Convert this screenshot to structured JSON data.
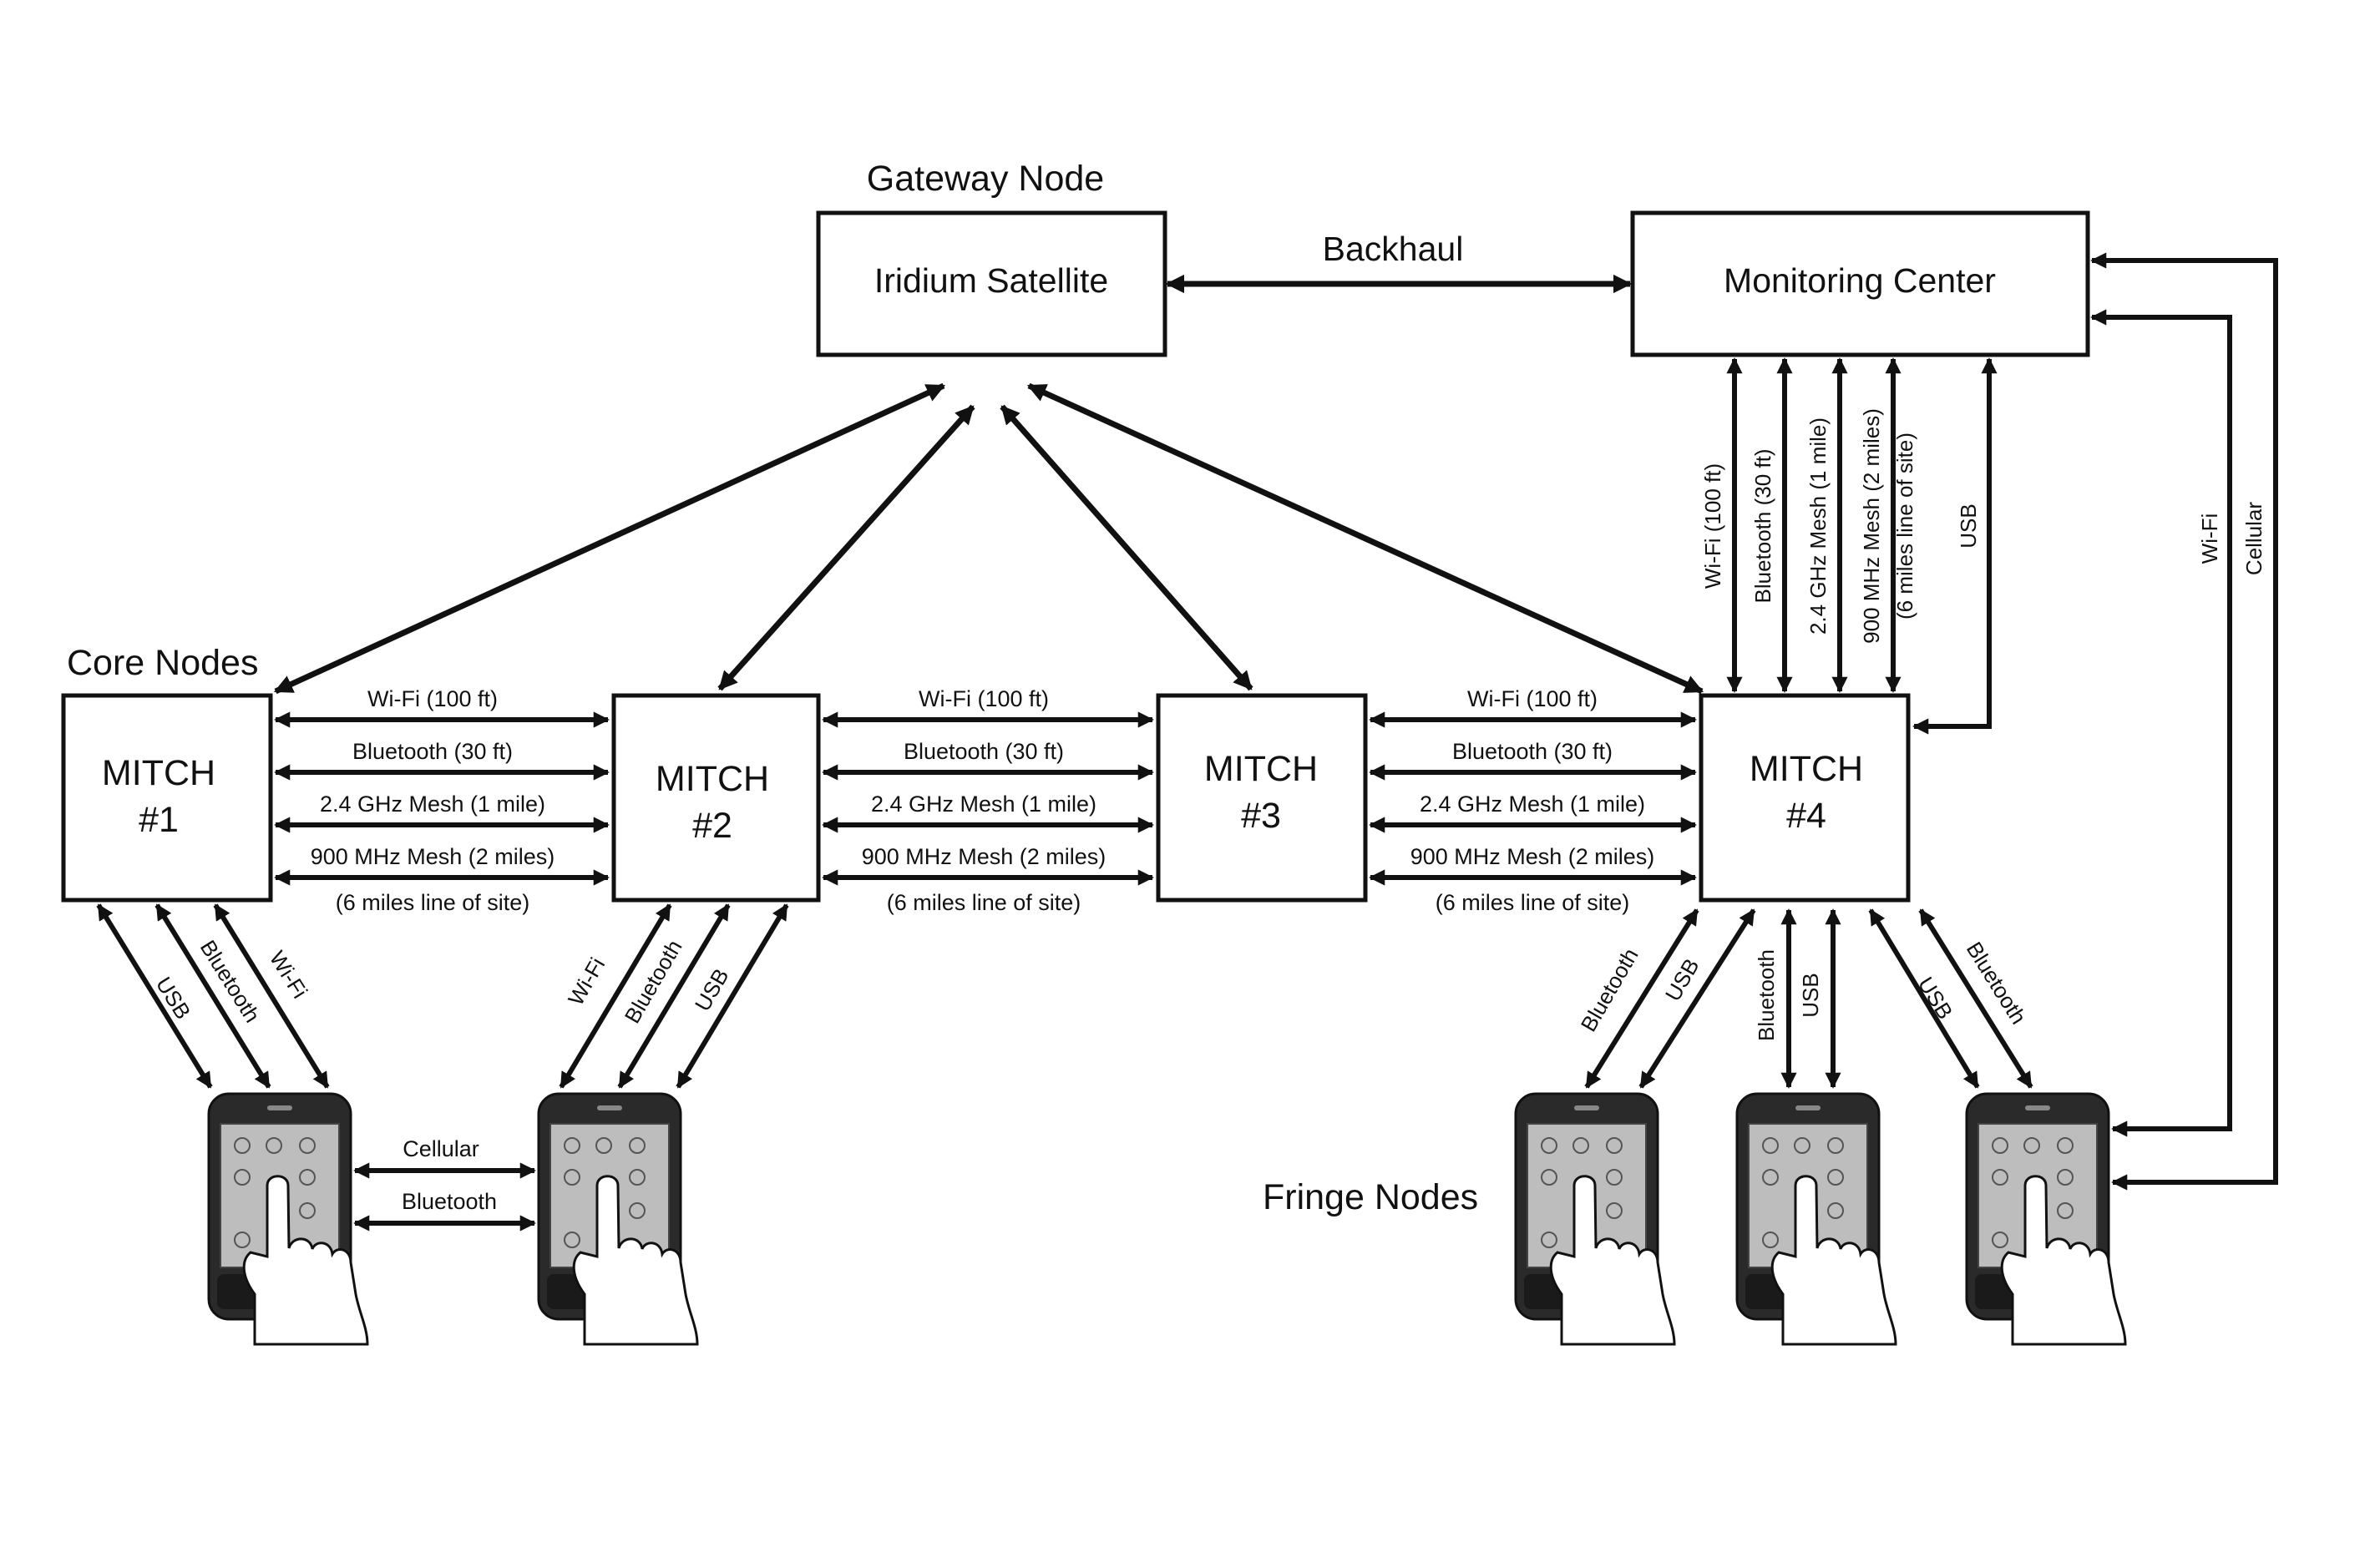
{
  "labels": {
    "gateway_node": "Gateway Node",
    "core_nodes": "Core Nodes",
    "fringe_nodes": "Fringe Nodes",
    "backhaul": "Backhaul"
  },
  "boxes": {
    "iridium": "Iridium Satellite",
    "monitoring": "Monitoring Center",
    "mitch1": [
      "MITCH",
      "#1"
    ],
    "mitch2": [
      "MITCH",
      "#2"
    ],
    "mitch3": [
      "MITCH",
      "#3"
    ],
    "mitch4": [
      "MITCH",
      "#4"
    ]
  },
  "mesh_links": {
    "wifi": "Wi-Fi (100 ft)",
    "bluetooth": "Bluetooth (30 ft)",
    "mesh24": "2.4 GHz Mesh (1 mile)",
    "mesh900": "900 MHz Mesh (2 miles)",
    "los": "(6 miles line of site)"
  },
  "monitor_links": {
    "wifi": "Wi-Fi (100 ft)",
    "bluetooth": "Bluetooth (30 ft)",
    "mesh24": "2.4 GHz Mesh (1 mile)",
    "mesh900": "900 MHz Mesh (2 miles)",
    "los": "(6 miles line of site)",
    "usb": "USB"
  },
  "right_links": {
    "wifi": "Wi-Fi",
    "cellular": "Cellular"
  },
  "phone_links": {
    "m1": [
      "USB",
      "Bluetooth",
      "Wi-Fi"
    ],
    "m2": [
      "Wi-Fi",
      "Bluetooth",
      "USB"
    ],
    "m4_left": [
      "Bluetooth",
      "USB"
    ],
    "m4_mid": [
      "Bluetooth",
      "USB"
    ],
    "m4_right": [
      "USB",
      "Bluetooth"
    ],
    "phone_to_phone": [
      "Cellular",
      "Bluetooth"
    ]
  }
}
